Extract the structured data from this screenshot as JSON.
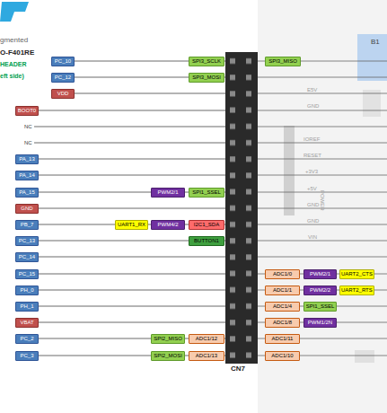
{
  "diagram": {
    "nodes": [
      {
        "text": [
          "PC_10"
        ]
      },
      {
        "text": [
          "SPI3_SCLK"
        ]
      },
      {
        "text": [
          "SPI3_MISO"
        ]
      },
      {
        "text": [
          "PC_12"
        ]
      },
      {
        "text": [
          "SPI3_MOSI"
        ]
      },
      {
        "text": [
          "VDD"
        ]
      },
      {
        "text": [
          "BOOT0"
        ]
      },
      {
        "text": [
          "PA_13"
        ]
      },
      {
        "text": [
          "PA_14"
        ]
      },
      {
        "text": [
          "PA_15"
        ]
      },
      {
        "text": [
          "PWM2/1"
        ]
      },
      {
        "text": [
          "SPI1_SSEL"
        ]
      },
      {
        "text": [
          "GND"
        ]
      },
      {
        "text": [
          "PB_7"
        ]
      },
      {
        "text": [
          "UART1_RX"
        ]
      },
      {
        "text": [
          "PWM4/2"
        ]
      },
      {
        "text": [
          "I2C1_SDA"
        ]
      },
      {
        "text": [
          "PC_13"
        ]
      },
      {
        "text": [
          "BUTTON1"
        ]
      },
      {
        "text": [
          "PC_14"
        ]
      },
      {
        "text": [
          "PC_15"
        ]
      },
      {
        "text": [
          "ADC1/0"
        ]
      },
      {
        "text": [
          "PWM2/1"
        ]
      },
      {
        "text": [
          "UART2_CTS"
        ]
      },
      {
        "text": [
          "PH_0"
        ]
      },
      {
        "text": [
          "ADC1/1"
        ]
      },
      {
        "text": [
          "PWM2/2"
        ]
      },
      {
        "text": [
          "UART2_RTS"
        ]
      },
      {
        "text": [
          "PH_1"
        ]
      },
      {
        "text": [
          "ADC1/4"
        ]
      },
      {
        "text": [
          "SPI1_SSEL"
        ]
      },
      {
        "text": [
          "VBAT"
        ]
      },
      {
        "text": [
          "ADC1/8"
        ]
      },
      {
        "text": [
          "PWM1/2N"
        ]
      },
      {
        "text": [
          "PC_2"
        ]
      },
      {
        "text": [
          "SPI2_MISO"
        ]
      },
      {
        "text": [
          "ADC1/12"
        ]
      },
      {
        "text": [
          "ADC1/11"
        ]
      },
      {
        "text": [
          "PC_3"
        ]
      },
      {
        "text": [
          "SPI2_MOSI"
        ]
      },
      {
        "text": [
          "ADC1/13"
        ]
      },
      {
        "text": [
          "ADC1/10"
        ]
      }
    ],
    "labels": [
      "gmented",
      "O-F401RE",
      "HEADER",
      "eft side)",
      "NC",
      "NC",
      "E5V",
      "GND",
      "IOREF",
      "RESET",
      "+3V3",
      "+5V",
      "GND",
      "GND",
      "VIN",
      "POWER",
      "B1",
      "CN7"
    ]
  }
}
